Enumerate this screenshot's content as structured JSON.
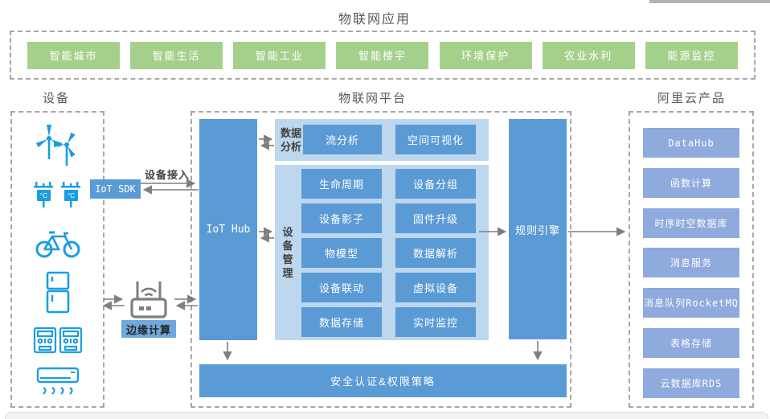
{
  "applications": {
    "title": "物联网应用",
    "items": [
      "智能城市",
      "智能生活",
      "智能工业",
      "智能楼宇",
      "环境保护",
      "农业水利",
      "能源监控"
    ]
  },
  "devices": {
    "title": "设备",
    "icons": [
      "wind-turbine",
      "temperature-sensor",
      "bicycle",
      "refrigerator",
      "electric-meter",
      "air-conditioner"
    ],
    "iot_sdk_label": "IoT SDK",
    "device_access_label": "设备接入",
    "edge_computing_label": "边缘计算"
  },
  "platform": {
    "title": "物联网平台",
    "iot_hub_label": "IoT Hub",
    "data_analysis": {
      "label_line1": "数据",
      "label_line2": "分析",
      "items": [
        "流分析",
        "空间可视化"
      ]
    },
    "device_management": {
      "label_vertical": "设\n备\n管\n理",
      "items_left": [
        "生命周期",
        "设备影子",
        "物模型",
        "设备联动",
        "数据存储"
      ],
      "items_right": [
        "设备分组",
        "固件升级",
        "数据解析",
        "虚拟设备",
        "实时监控"
      ]
    },
    "rules_engine_label": "规则引擎",
    "security_bar_label": "安全认证&权限策略"
  },
  "cloud": {
    "title": "阿里云产品",
    "products": [
      "DataHub",
      "函数计算",
      "时序时空数据库",
      "消息服务",
      "消息队列RocketMQ",
      "表格存储",
      "云数据库RDS"
    ]
  },
  "colors": {
    "app_green": "#a5d08c",
    "primary_blue": "#5b9bd5",
    "panel_light_blue": "#bdd7ee",
    "cloud_blue": "#8faadc",
    "icon_blue": "#1b9de2",
    "dash_gray": "#a6a6a6",
    "arrow_gray": "#7f7f7f"
  }
}
